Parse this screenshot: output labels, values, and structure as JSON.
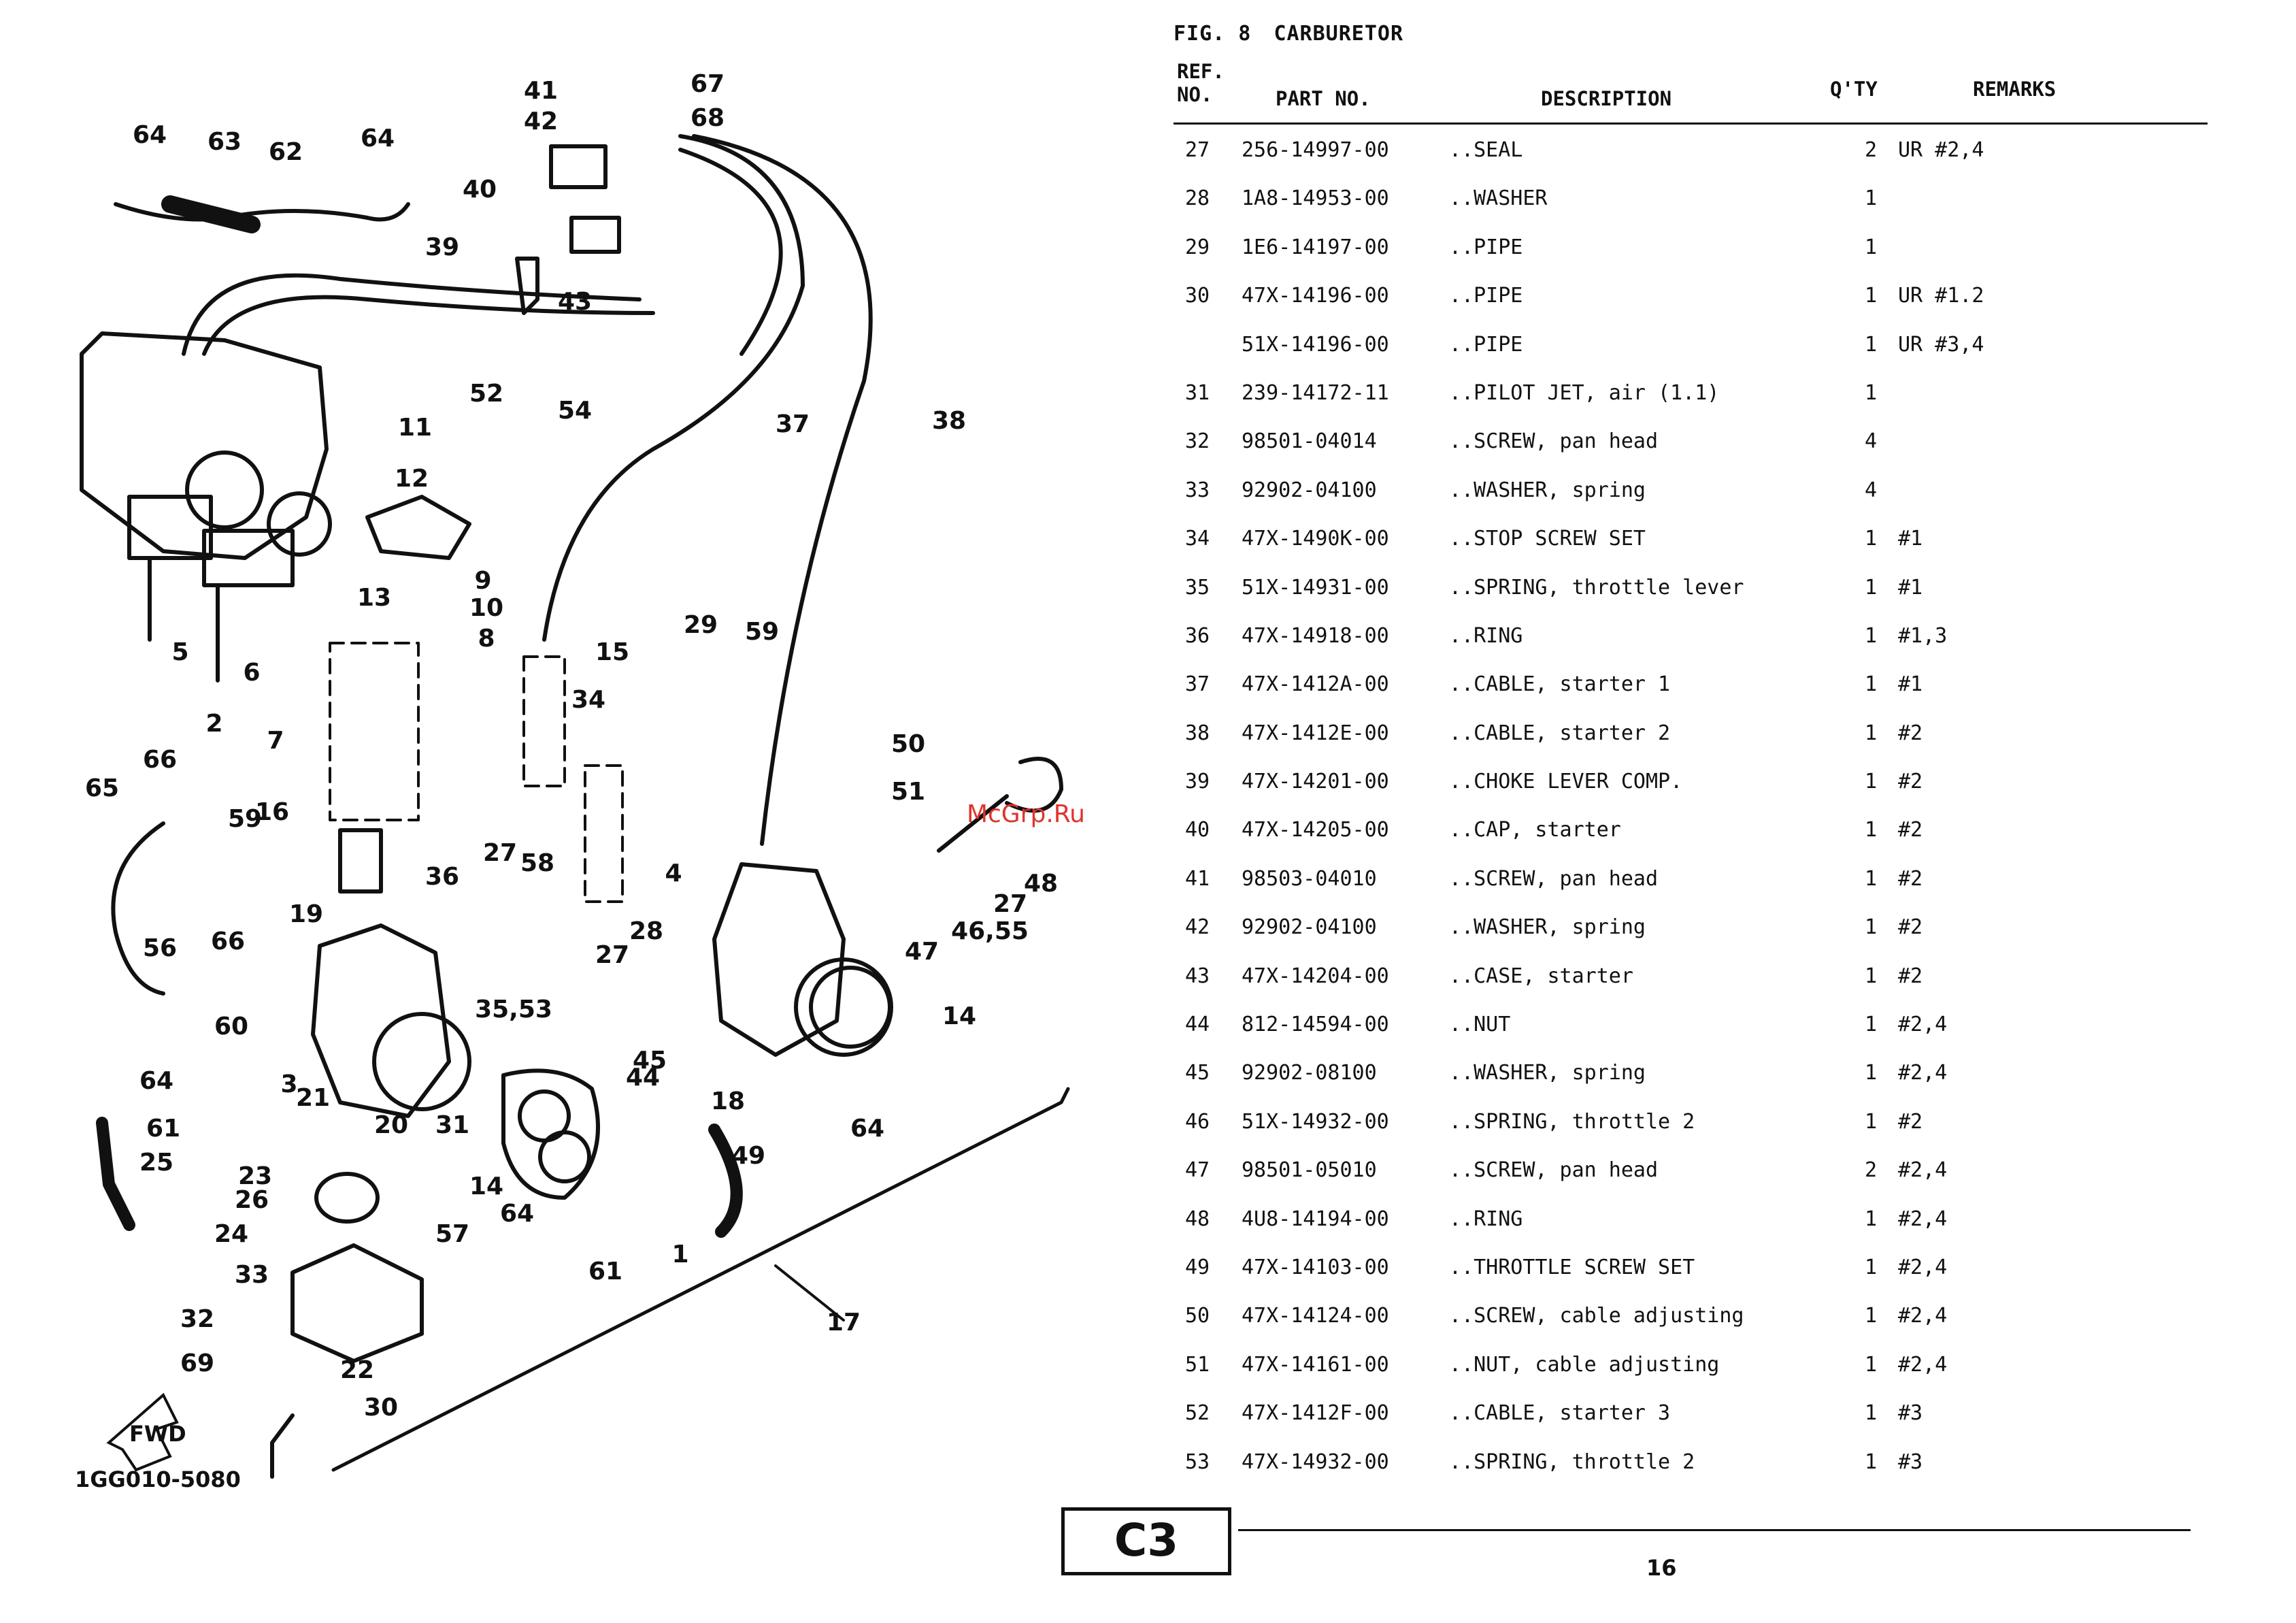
{
  "figure": {
    "number_label": "FIG.  8",
    "title": "CARBURETOR"
  },
  "table": {
    "headers": {
      "ref": "REF.\nNO.",
      "part_no": "PART NO.",
      "description": "DESCRIPTION",
      "qty": "Q'TY",
      "remarks": "REMARKS"
    },
    "rows": [
      {
        "ref": "27",
        "part_no": "256-14997-00",
        "description": "..SEAL",
        "qty": "2",
        "remarks": "UR #2,4"
      },
      {
        "ref": "28",
        "part_no": "1A8-14953-00",
        "description": "..WASHER",
        "qty": "1",
        "remarks": ""
      },
      {
        "ref": "29",
        "part_no": "1E6-14197-00",
        "description": "..PIPE",
        "qty": "1",
        "remarks": ""
      },
      {
        "ref": "30",
        "part_no": "47X-14196-00",
        "description": "..PIPE",
        "qty": "1",
        "remarks": "UR #1.2"
      },
      {
        "ref": "",
        "part_no": "51X-14196-00",
        "description": "..PIPE",
        "qty": "1",
        "remarks": "UR #3,4"
      },
      {
        "ref": "31",
        "part_no": "239-14172-11",
        "description": "..PILOT JET, air (1.1)",
        "qty": "1",
        "remarks": ""
      },
      {
        "ref": "32",
        "part_no": "98501-04014",
        "description": "..SCREW, pan head",
        "qty": "4",
        "remarks": ""
      },
      {
        "ref": "33",
        "part_no": "92902-04100",
        "description": "..WASHER, spring",
        "qty": "4",
        "remarks": ""
      },
      {
        "ref": "34",
        "part_no": "47X-1490K-00",
        "description": "..STOP SCREW SET",
        "qty": "1",
        "remarks": "#1"
      },
      {
        "ref": "35",
        "part_no": "51X-14931-00",
        "description": "..SPRING, throttle lever",
        "qty": "1",
        "remarks": "#1"
      },
      {
        "ref": "36",
        "part_no": "47X-14918-00",
        "description": "..RING",
        "qty": "1",
        "remarks": "#1,3"
      },
      {
        "ref": "37",
        "part_no": "47X-1412A-00",
        "description": "..CABLE, starter 1",
        "qty": "1",
        "remarks": "#1"
      },
      {
        "ref": "38",
        "part_no": "47X-1412E-00",
        "description": "..CABLE, starter 2",
        "qty": "1",
        "remarks": "#2"
      },
      {
        "ref": "39",
        "part_no": "47X-14201-00",
        "description": "..CHOKE LEVER COMP.",
        "qty": "1",
        "remarks": "#2"
      },
      {
        "ref": "40",
        "part_no": "47X-14205-00",
        "description": "..CAP, starter",
        "qty": "1",
        "remarks": "#2"
      },
      {
        "ref": "41",
        "part_no": "98503-04010",
        "description": "..SCREW, pan head",
        "qty": "1",
        "remarks": "#2"
      },
      {
        "ref": "42",
        "part_no": "92902-04100",
        "description": "..WASHER, spring",
        "qty": "1",
        "remarks": "#2"
      },
      {
        "ref": "43",
        "part_no": "47X-14204-00",
        "description": "..CASE, starter",
        "qty": "1",
        "remarks": "#2"
      },
      {
        "ref": "44",
        "part_no": "812-14594-00",
        "description": "..NUT",
        "qty": "1",
        "remarks": "#2,4"
      },
      {
        "ref": "45",
        "part_no": "92902-08100",
        "description": "..WASHER, spring",
        "qty": "1",
        "remarks": "#2,4"
      },
      {
        "ref": "46",
        "part_no": "51X-14932-00",
        "description": "..SPRING, throttle 2",
        "qty": "1",
        "remarks": "#2"
      },
      {
        "ref": "47",
        "part_no": "98501-05010",
        "description": "..SCREW, pan head",
        "qty": "2",
        "remarks": "#2,4"
      },
      {
        "ref": "48",
        "part_no": "4U8-14194-00",
        "description": "..RING",
        "qty": "1",
        "remarks": "#2,4"
      },
      {
        "ref": "49",
        "part_no": "47X-14103-00",
        "description": "..THROTTLE SCREW SET",
        "qty": "1",
        "remarks": "#2,4"
      },
      {
        "ref": "50",
        "part_no": "47X-14124-00",
        "description": "..SCREW, cable adjusting",
        "qty": "1",
        "remarks": "#2,4"
      },
      {
        "ref": "51",
        "part_no": "47X-14161-00",
        "description": "..NUT, cable adjusting",
        "qty": "1",
        "remarks": "#2,4"
      },
      {
        "ref": "52",
        "part_no": "47X-1412F-00",
        "description": "..CABLE, starter 3",
        "qty": "1",
        "remarks": "#3"
      },
      {
        "ref": "53",
        "part_no": "47X-14932-00",
        "description": "..SPRING, throttle 2",
        "qty": "1",
        "remarks": "#3"
      }
    ]
  },
  "diagram": {
    "drawing_code": "1GG010-5080",
    "fwd_label": "FWD",
    "watermark": "McGrp.Ru",
    "callouts": [
      "64",
      "63",
      "62",
      "64",
      "41",
      "67",
      "42",
      "68",
      "40",
      "39",
      "43",
      "52",
      "54",
      "37",
      "38",
      "11",
      "12",
      "13",
      "9",
      "10",
      "8",
      "5",
      "6",
      "2",
      "7",
      "15",
      "29",
      "59",
      "34",
      "50",
      "51",
      "66",
      "65",
      "59",
      "16",
      "58",
      "27",
      "36",
      "4",
      "48",
      "27",
      "46,55",
      "47",
      "19",
      "56",
      "66",
      "35,53",
      "28",
      "27",
      "14",
      "60",
      "45",
      "44",
      "3",
      "21",
      "20",
      "31",
      "64",
      "61",
      "18",
      "23",
      "26",
      "14",
      "64",
      "49",
      "64",
      "25",
      "24",
      "57",
      "61",
      "1",
      "17",
      "33",
      "32",
      "69",
      "22",
      "30"
    ]
  },
  "footer": {
    "section_code": "C3",
    "page_number": "16"
  }
}
